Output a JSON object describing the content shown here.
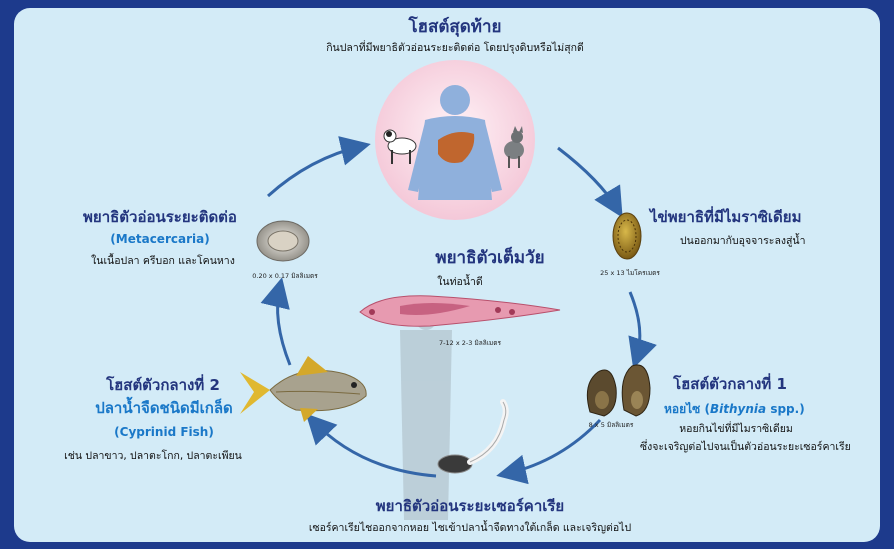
{
  "definitive_host": {
    "title": "โฮสต์สุดท้าย",
    "description": "กินปลาที่มีพยาธิตัวอ่อนระยะติดต่อ โดยปรุงดิบหรือไม่สุกดี"
  },
  "egg": {
    "title": "ไข่พยาธิที่มีไมราซิเดียม",
    "description": "ปนออกมากับอุจจาระลงสู่น้ำ",
    "size": "25 x 13 ไมโครเมตร"
  },
  "adult_fluke": {
    "title": "พยาธิตัวเต็มวัย",
    "location": "ในท่อน้ำดี",
    "size": "7-12 x 2-3 มิลลิเมตร"
  },
  "metacercaria": {
    "title": "พยาธิตัวอ่อนระยะติดต่อ",
    "english_name": "(Metacercaria)",
    "description": "ในเนื้อปลา ครีบอก และโคนหาง",
    "size": "0.20 x 0.17 มิลลิเมตร"
  },
  "first_host": {
    "title": "โฮสต์ตัวกลางที่ 1",
    "thai_name": "หอยไซ",
    "genus": "Bithynia",
    "species_suffix": "spp.",
    "description_1": "หอยกินไข่ที่มีไมราซิเดียม",
    "description_2": "ซึ่งจะเจริญต่อไปจนเป็นตัวอ่อนระยะเซอร์คาเรีย",
    "size": "8 x 5 มิลลิเมตร"
  },
  "second_host": {
    "title": "โฮสต์ตัวกลางที่ 2",
    "thai_name": "ปลาน้ำจืดชนิดมีเกล็ด",
    "english_name": "(Cyprinid Fish)",
    "description": "เช่น ปลาขาว, ปลาตะโกก, ปลาตะเพียน"
  },
  "cercaria": {
    "title": "พยาธิตัวอ่อนระยะเซอร์คาเรีย",
    "description": "เซอร์คาเรียไชออกจากหอย ไชเข้าปลาน้ำจืดทางใต้เกล็ด และเจริญต่อไป"
  }
}
